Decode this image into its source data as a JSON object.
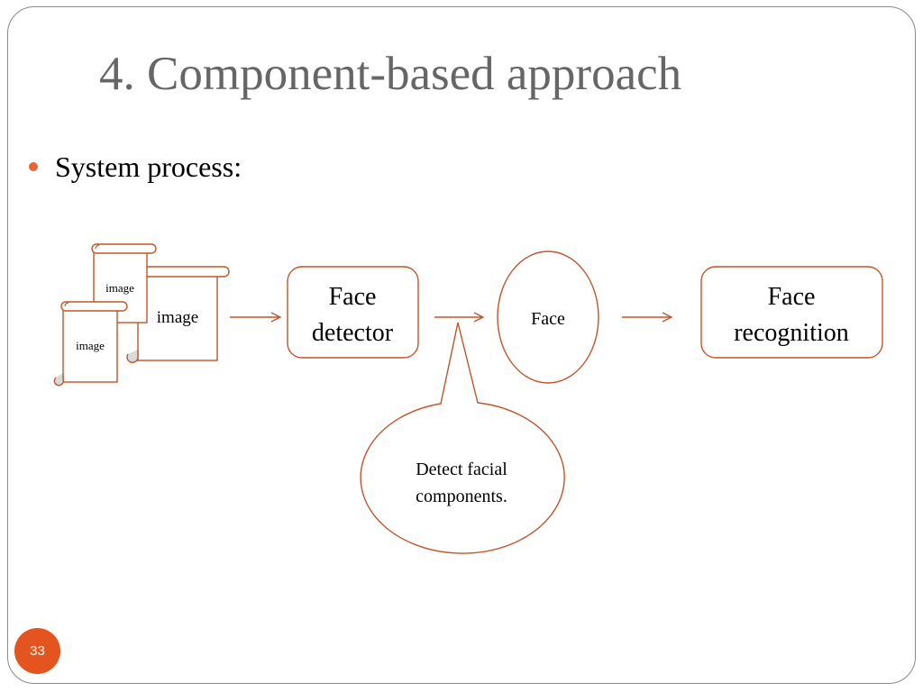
{
  "slide": {
    "title": "4. Component-based approach",
    "bullet": "System process:",
    "page_number": "33"
  },
  "diagram": {
    "input_images": {
      "front": "image",
      "middle": "image",
      "back": "image"
    },
    "face_detector_box": [
      "Face",
      "detector"
    ],
    "face_node": "Face",
    "face_recognition_box": [
      "Face",
      "recognition"
    ],
    "callout": [
      "Detect facial",
      "components."
    ]
  },
  "colors": {
    "accent": "#c0562a",
    "bullet": "#e86431",
    "page_badge": "#e3541e",
    "title": "#666666",
    "frame": "#8a8a8a",
    "scroll_fill": "#d9d9d9"
  }
}
